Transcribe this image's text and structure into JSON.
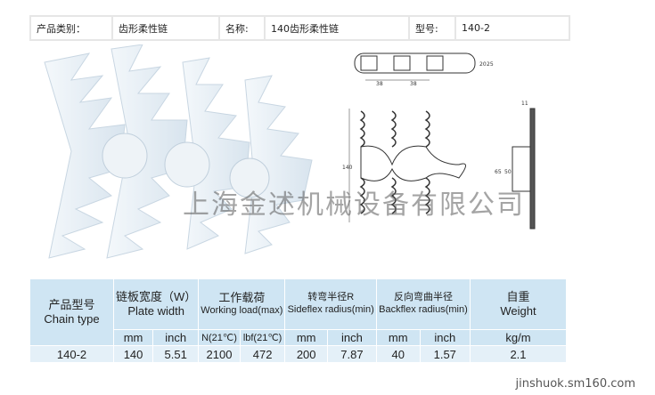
{
  "info_bar": {
    "category_label": "产品类别：",
    "category_value": "齿形柔性链",
    "name_label": "名称:",
    "name_value": "140齿形柔性链",
    "model_label": "型号:",
    "model_value": "140-2"
  },
  "watermark": "上海金述机械设备有限公司",
  "drawing": {
    "dims": [
      "38",
      "38",
      "20",
      "25",
      "140",
      "11",
      "65",
      "50"
    ]
  },
  "spec_table": {
    "headers": [
      {
        "cn": "产品型号",
        "en": "Chain type"
      },
      {
        "cn": "链板宽度（W）",
        "en": "Plate width"
      },
      {
        "cn": "工作载荷",
        "en": "Working load(max)"
      },
      {
        "cn": "转弯半径R",
        "en": "Sideflex radius(min)"
      },
      {
        "cn": "反向弯曲半径",
        "en": "Backflex radius(min)"
      },
      {
        "cn": "自重",
        "en": "Weight"
      }
    ],
    "units": [
      "mm",
      "inch",
      "N(21℃)",
      "lbf(21℃)",
      "mm",
      "inch",
      "mm",
      "inch",
      "kg/m"
    ],
    "rows": [
      [
        "140-2",
        "140",
        "5.51",
        "2100",
        "472",
        "200",
        "7.87",
        "40",
        "1.57",
        "2.1"
      ]
    ]
  },
  "footer": "jinshuok.sm160.com"
}
